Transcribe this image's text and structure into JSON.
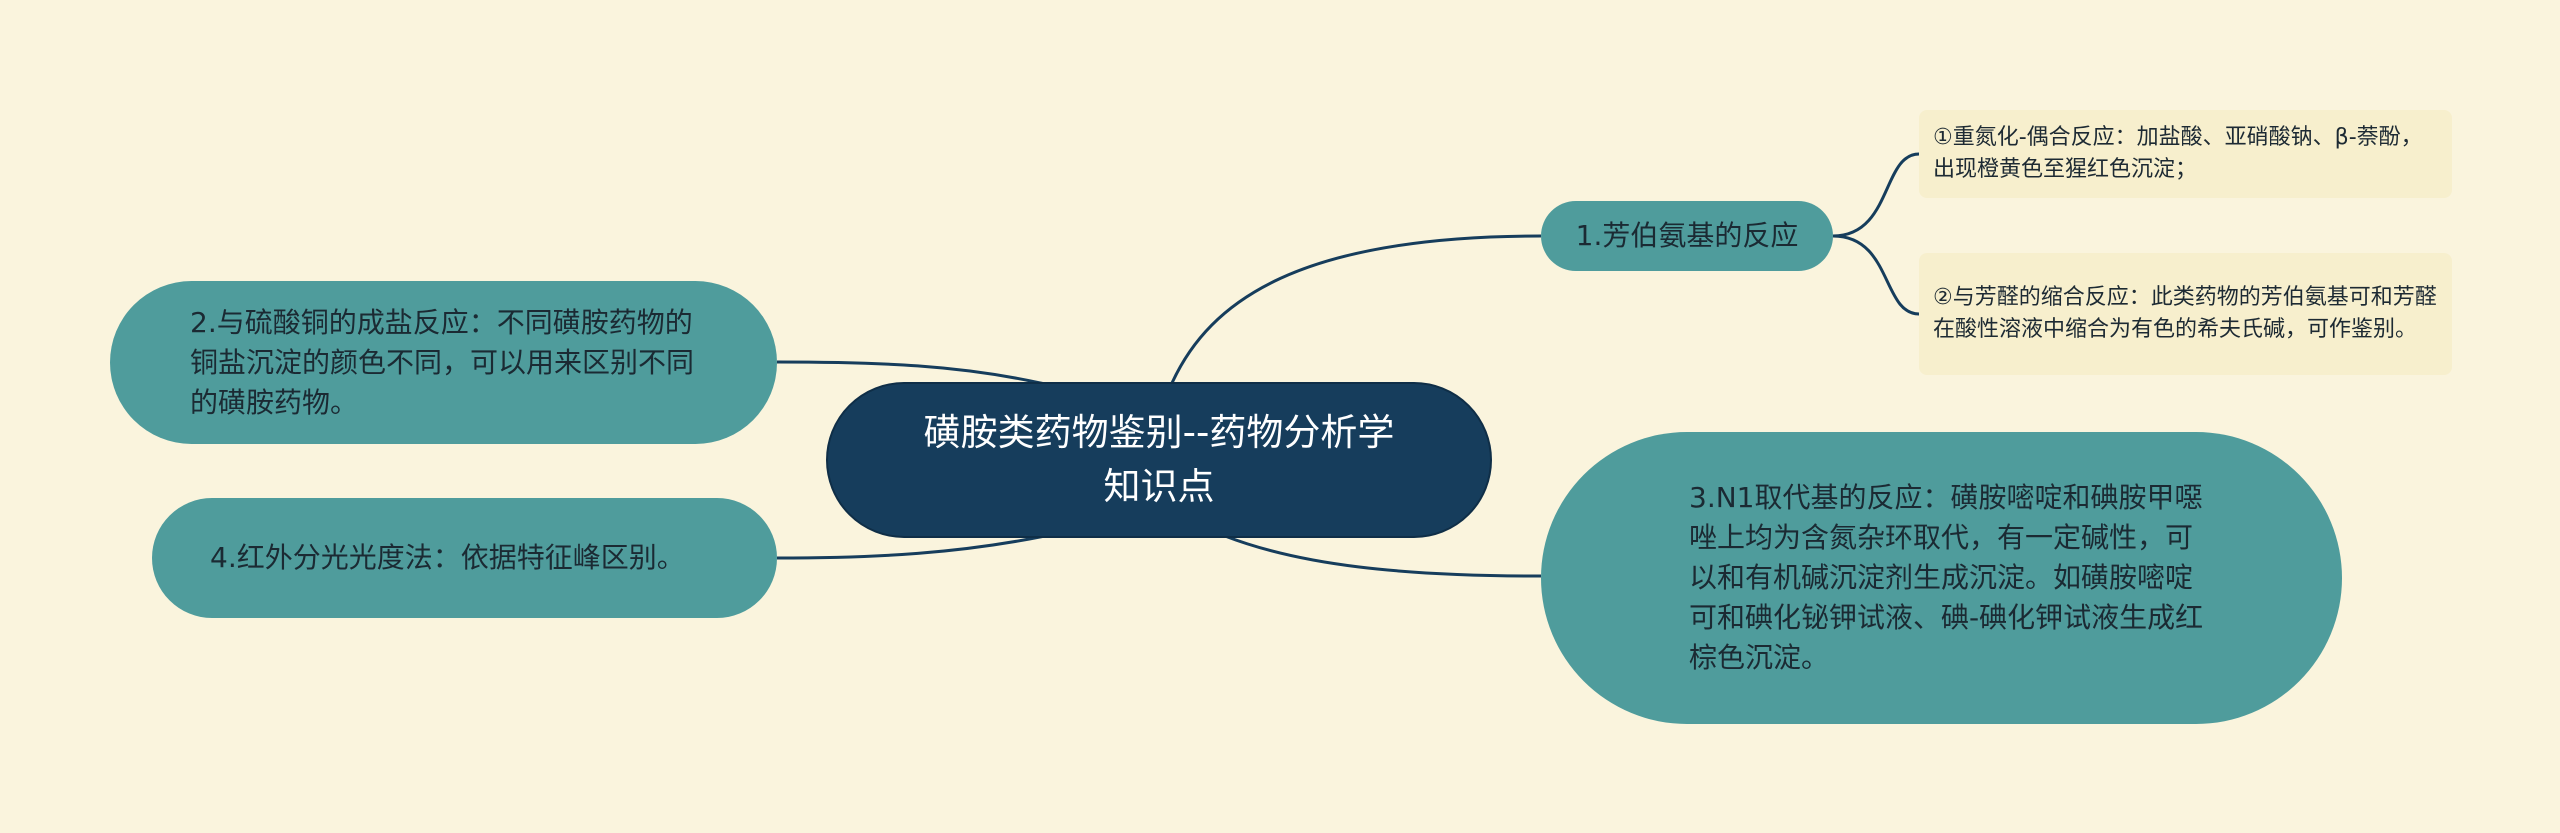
{
  "root": {
    "label": "磺胺类药物鉴别--药物分析学知识点"
  },
  "branches": [
    {
      "label": "1.芳伯氨基的反应",
      "children": [
        "①重氮化-偶合反应：加盐酸、亚硝酸钠、β-萘酚，出现橙黄色至猩红色沉淀；",
        "②与芳醛的缩合反应：此类药物的芳伯氨基可和芳醛在酸性溶液中缩合为有色的希夫氏碱，可作鉴别。"
      ]
    },
    {
      "label": "2.与硫酸铜的成盐反应：不同磺胺药物的铜盐沉淀的颜色不同，可以用来区别不同的磺胺药物。"
    },
    {
      "label": "3.N1取代基的反应：磺胺嘧啶和碘胺甲噁唑上均为含氮杂环取代，有一定碱性，可以和有机碱沉淀剂生成沉淀。如磺胺嘧啶可和碘化铋钾试液、碘-碘化钾试液生成红棕色沉淀。"
    },
    {
      "label": "4.红外分光光度法：依据特征峰区别。"
    }
  ],
  "colors": {
    "background": "#faf4dd",
    "root_fill": "#163d5c",
    "branch_fill": "#4f9c9c",
    "leaf_fill": "#f7efcd",
    "connector": "#163d5c"
  }
}
